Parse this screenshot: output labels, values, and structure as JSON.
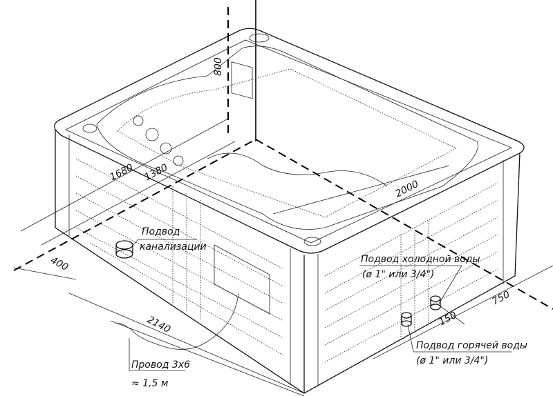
{
  "dimensions": {
    "height": "800",
    "length_outer": "1680",
    "length_inner": "1380",
    "width_inner": "2000",
    "drain_offset": "400",
    "width_outer": "2140",
    "supply_offset": "750",
    "supply_spacing": "150"
  },
  "labels": {
    "drain_line1": "Подвод",
    "drain_line2": "канализации",
    "cold_line1": "Подвод холодной воды",
    "cold_line2": "(ø 1\" или 3/4\")",
    "hot_line1": "Подвод горячей воды",
    "hot_line2": "(ø 1\" или 3/4\")",
    "cable_line1": "Провод 3х6",
    "cable_line2": "≈ 1,5 м"
  }
}
